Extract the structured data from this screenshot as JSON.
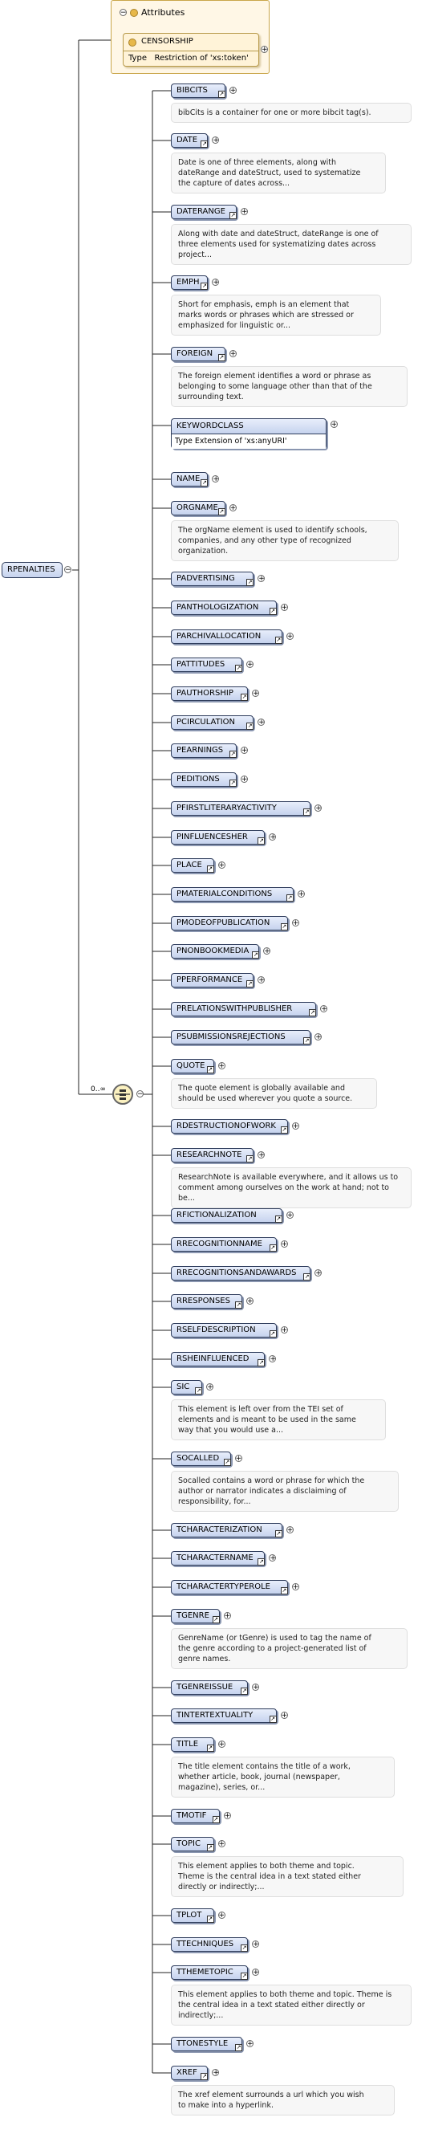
{
  "root": {
    "name": "RPENALTIES"
  },
  "attributes": {
    "title": "Attributes",
    "item": {
      "name": "CENSORSHIP",
      "type_label": "Type",
      "type_value": "Restriction of 'xs:token'"
    }
  },
  "choice": {
    "multiplicity": "0..∞"
  },
  "elements": [
    {
      "name": "BIBCITS",
      "doc": [
        "bibCits is a container for one or more bibcit tag(s)."
      ]
    },
    {
      "name": "DATE",
      "doc": [
        "Date is one of three elements, along with",
        "dateRange and dateStruct, used to systematize",
        "the capture of dates across..."
      ]
    },
    {
      "name": "DATERANGE",
      "doc": [
        "Along with date and dateStruct, dateRange is one of",
        "three elements used for systematizing dates across",
        "project..."
      ]
    },
    {
      "name": "EMPH",
      "doc": [
        "Short for emphasis, emph is an element that",
        "marks words or phrases which are stressed or",
        "emphasized for linguistic or..."
      ]
    },
    {
      "name": "FOREIGN",
      "doc": [
        "The foreign element identifies a word or phrase as",
        "belonging to some language other than that of the",
        "surrounding text."
      ]
    },
    {
      "name": "KEYWORDCLASS",
      "type_label": "Type",
      "type_value": "Extension of 'xs:anyURI'",
      "doc": []
    },
    {
      "name": "NAME",
      "doc": []
    },
    {
      "name": "ORGNAME",
      "doc": [
        "The orgName element is used to identify schools,",
        "companies, and any other type of recognized",
        "organization."
      ]
    },
    {
      "name": "PADVERTISING",
      "doc": []
    },
    {
      "name": "PANTHOLOGIZATION",
      "doc": []
    },
    {
      "name": "PARCHIVALLOCATION",
      "doc": []
    },
    {
      "name": "PATTITUDES",
      "doc": []
    },
    {
      "name": "PAUTHORSHIP",
      "doc": []
    },
    {
      "name": "PCIRCULATION",
      "doc": []
    },
    {
      "name": "PEARNINGS",
      "doc": []
    },
    {
      "name": "PEDITIONS",
      "doc": []
    },
    {
      "name": "PFIRSTLITERARYACTIVITY",
      "doc": []
    },
    {
      "name": "PINFLUENCESHER",
      "doc": []
    },
    {
      "name": "PLACE",
      "doc": []
    },
    {
      "name": "PMATERIALCONDITIONS",
      "doc": []
    },
    {
      "name": "PMODEOFPUBLICATION",
      "doc": []
    },
    {
      "name": "PNONBOOKMEDIA",
      "doc": []
    },
    {
      "name": "PPERFORMANCE",
      "doc": []
    },
    {
      "name": "PRELATIONSWITHPUBLISHER",
      "doc": []
    },
    {
      "name": "PSUBMISSIONSREJECTIONS",
      "doc": []
    },
    {
      "name": "QUOTE",
      "doc": [
        "The quote element is globally available and",
        "should be used wherever you quote a source."
      ]
    },
    {
      "name": "RDESTRUCTIONOFWORK",
      "doc": []
    },
    {
      "name": "RESEARCHNOTE",
      "doc": [
        "ResearchNote is available everywhere, and it allows us to",
        "comment among ourselves on the work at hand; not to be..."
      ]
    },
    {
      "name": "RFICTIONALIZATION",
      "doc": []
    },
    {
      "name": "RRECOGNITIONNAME",
      "doc": []
    },
    {
      "name": "RRECOGNITIONSANDAWARDS",
      "doc": []
    },
    {
      "name": "RRESPONSES",
      "doc": []
    },
    {
      "name": "RSELFDESCRIPTION",
      "doc": []
    },
    {
      "name": "RSHEINFLUENCED",
      "doc": []
    },
    {
      "name": "SIC",
      "doc": [
        "This element is left over from the TEI set of",
        "elements and is meant to be used in the same",
        "way that you would use a..."
      ]
    },
    {
      "name": "SOCALLED",
      "doc": [
        "Socalled contains a word or phrase for which the",
        "author or narrator indicates a disclaiming of",
        "responsibility, for..."
      ]
    },
    {
      "name": "TCHARACTERIZATION",
      "doc": []
    },
    {
      "name": "TCHARACTERNAME",
      "doc": []
    },
    {
      "name": "TCHARACTERTYPEROLE",
      "doc": []
    },
    {
      "name": "TGENRE",
      "doc": [
        "GenreName (or tGenre) is used to tag the name of",
        "the genre according to a project-generated list of",
        "genre names."
      ]
    },
    {
      "name": "TGENREISSUE",
      "doc": []
    },
    {
      "name": "TINTERTEXTUALITY",
      "doc": []
    },
    {
      "name": "TITLE",
      "doc": [
        "The title element contains the title of a work,",
        "whether article, book, journal (newspaper,",
        "magazine), series, or..."
      ]
    },
    {
      "name": "TMOTIF",
      "doc": []
    },
    {
      "name": "TOPIC",
      "doc": [
        "This element applies to both theme and topic.",
        "Theme is the central idea in a text stated either",
        "directly or indirectly;..."
      ]
    },
    {
      "name": "TPLOT",
      "doc": []
    },
    {
      "name": "TTECHNIQUES",
      "doc": []
    },
    {
      "name": "TTHEMETOPIC",
      "doc": [
        "This element applies to both theme and topic. Theme is",
        "the central idea in a text stated either directly or",
        "indirectly;..."
      ]
    },
    {
      "name": "TTONESTYLE",
      "doc": []
    },
    {
      "name": "XREF",
      "doc": [
        "The xref element surrounds a url which you wish",
        "to make into a hyperlink."
      ]
    }
  ]
}
